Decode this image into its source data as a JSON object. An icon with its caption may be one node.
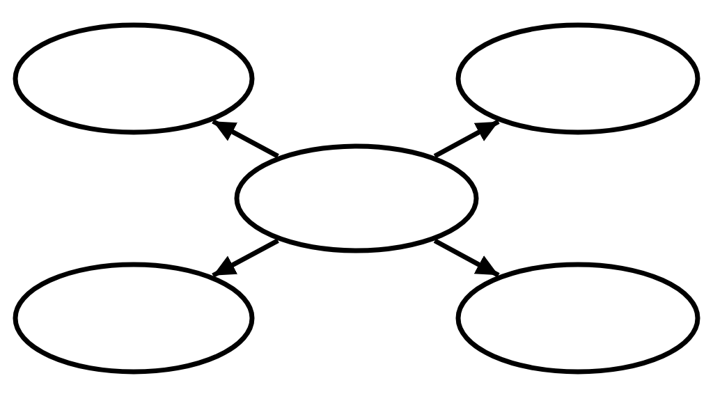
{
  "diagram": {
    "nodes": [
      {
        "text": [],
        "shape": "ellipse"
      },
      {
        "text": [],
        "shape": "ellipse"
      },
      {
        "text": [],
        "shape": "ellipse"
      },
      {
        "text": [],
        "shape": "ellipse"
      },
      {
        "text": [],
        "shape": "ellipse"
      }
    ],
    "edges": [
      {
        "from": 2,
        "to": 0,
        "arrow": "to"
      },
      {
        "from": 2,
        "to": 1,
        "arrow": "to"
      },
      {
        "from": 2,
        "to": 3,
        "arrow": "to"
      },
      {
        "from": 2,
        "to": 4,
        "arrow": "to"
      }
    ]
  }
}
